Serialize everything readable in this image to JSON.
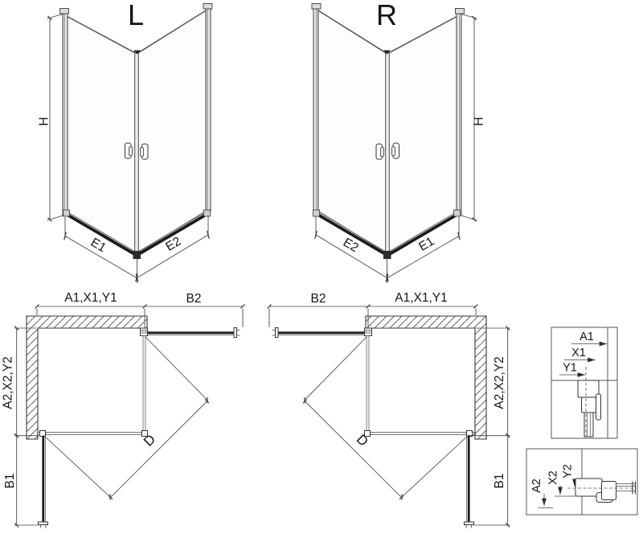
{
  "drawing": {
    "iso_left": {
      "view_label": "L",
      "height_label": "H",
      "bottom_left_label": "E1",
      "bottom_right_label": "E2"
    },
    "iso_right": {
      "view_label": "R",
      "height_label": "H",
      "bottom_left_label": "E2",
      "bottom_right_label": "E1"
    },
    "plan_left": {
      "top_width_label": "A1,X1,Y1",
      "door_open_top_label": "B2",
      "side_depth_label": "A2,X2,Y2",
      "door_open_side_label": "B1",
      "diagonal_label": "D"
    },
    "plan_right": {
      "top_width_label": "A1,X1,Y1",
      "door_open_top_label": "B2",
      "side_depth_label": "A2,X2,Y2",
      "door_open_side_label": "B1",
      "diagonal_label": "D"
    },
    "detail_vertical_profile": {
      "dims": [
        "A1",
        "X1",
        "Y1"
      ]
    },
    "detail_horizontal_profile": {
      "dims": [
        "A2",
        "X2",
        "Y2"
      ]
    },
    "colors": {
      "line": "#3a3a3a",
      "dimension": "#3f3f3f",
      "glass_edge": "#8f8f8f",
      "door_thick": "#1c1c1c",
      "profile_fill": "#e9e9e9",
      "background": "#ffffff"
    }
  }
}
